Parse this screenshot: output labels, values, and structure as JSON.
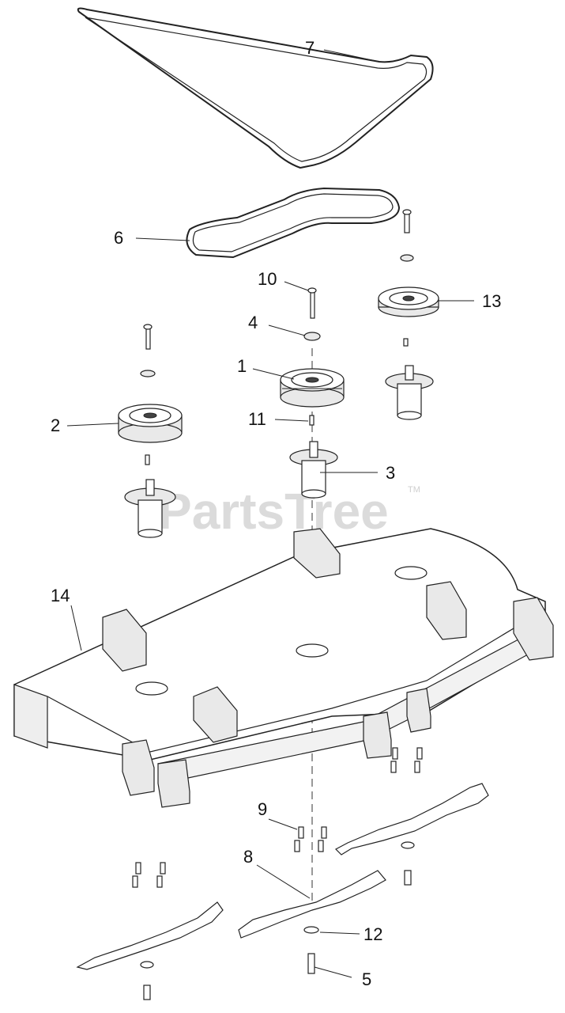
{
  "watermark": {
    "text": "PartsTree",
    "tm": "TM"
  },
  "callouts": [
    {
      "id": "c1",
      "text": "1"
    },
    {
      "id": "c2",
      "text": "2"
    },
    {
      "id": "c3",
      "text": "3"
    },
    {
      "id": "c4",
      "text": "4"
    },
    {
      "id": "c5",
      "text": "5"
    },
    {
      "id": "c6",
      "text": "6"
    },
    {
      "id": "c7",
      "text": "7"
    },
    {
      "id": "c8",
      "text": "8"
    },
    {
      "id": "c9",
      "text": "9"
    },
    {
      "id": "c10",
      "text": "10"
    },
    {
      "id": "c11",
      "text": "11"
    },
    {
      "id": "c12",
      "text": "12"
    },
    {
      "id": "c13",
      "text": "13"
    },
    {
      "id": "c14",
      "text": "14"
    }
  ]
}
